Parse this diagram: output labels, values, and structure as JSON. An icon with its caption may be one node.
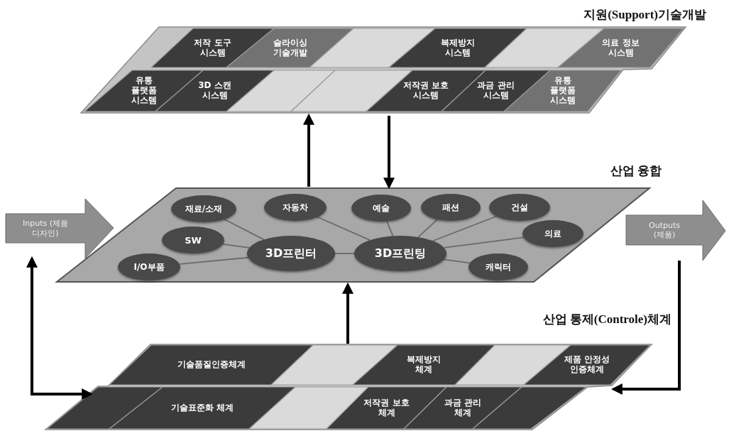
{
  "diagram": {
    "nodes": [
      {
        "text": [
          "지원(Support)기술개발"
        ]
      },
      {
        "text": [
          "저작 도구 시스템"
        ],
        "in": 0
      },
      {
        "text": [
          "슬라이싱 기술개발"
        ],
        "in": 0
      },
      {
        "text": [],
        "shape": "box",
        "in": 0
      },
      {
        "text": [
          "복제방지 시스템"
        ],
        "in": 0
      },
      {
        "text": [],
        "shape": "box",
        "in": 0
      },
      {
        "text": [
          "의료 정보 시스템"
        ],
        "in": 0
      },
      {
        "text": [
          "유통 플랫폼 시스템"
        ],
        "in": 0
      },
      {
        "text": [
          "3D 스캔 시스템"
        ],
        "in": 0
      },
      {
        "text": [],
        "shape": "box",
        "in": 0
      },
      {
        "text": [],
        "shape": "box",
        "in": 0
      },
      {
        "text": [
          "저작권 보호 시스템"
        ],
        "in": 0
      },
      {
        "text": [
          "과금 관리 시스템"
        ],
        "in": 0
      },
      {
        "text": [
          "유통 플랫폼 시스템"
        ],
        "in": 0
      },
      {
        "text": [
          "산업 융합"
        ]
      },
      {
        "text": [
          "재료/소재"
        ],
        "in": 14
      },
      {
        "text": [
          "자동차"
        ],
        "in": 14
      },
      {
        "text": [
          "예술"
        ],
        "in": 14
      },
      {
        "text": [
          "패션"
        ],
        "in": 14
      },
      {
        "text": [
          "건설"
        ],
        "in": 14
      },
      {
        "text": [
          "SW"
        ],
        "in": 14
      },
      {
        "text": [
          "의료"
        ],
        "in": 14
      },
      {
        "text": [
          "3D프린터"
        ],
        "in": 14
      },
      {
        "text": [
          "3D프린팅"
        ],
        "in": 14
      },
      {
        "text": [
          "I/O부품"
        ],
        "in": 14
      },
      {
        "text": [
          "캐릭터"
        ],
        "in": 14
      },
      {
        "text": [
          "Inputs (제품 디자인)"
        ]
      },
      {
        "text": [
          "Outputs (제품)"
        ]
      },
      {
        "text": [
          "산업 통제(Controle)체계"
        ]
      },
      {
        "text": [
          "기술품질인증체계"
        ],
        "in": 28
      },
      {
        "text": [],
        "shape": "box",
        "in": 28
      },
      {
        "text": [
          "복제방지 체계"
        ],
        "in": 28
      },
      {
        "text": [],
        "shape": "box",
        "in": 28
      },
      {
        "text": [
          "제품 안정성 인증체계"
        ],
        "in": 28
      },
      {
        "text": [],
        "shape": "box",
        "in": 28
      },
      {
        "text": [
          "기술표준화 체계"
        ],
        "in": 28
      },
      {
        "text": [],
        "shape": "box",
        "in": 28
      },
      {
        "text": [
          "저작권 보호 체계"
        ],
        "in": 28
      },
      {
        "text": [
          "과금 관리 체계"
        ],
        "in": 28
      },
      {
        "text": [],
        "shape": "box",
        "in": 28
      }
    ],
    "edges": [
      {
        "from": 14,
        "to": 0,
        "arrow": "to",
        "style": "thick",
        "color": "#000000"
      },
      {
        "from": 0,
        "to": 14,
        "arrow": "to",
        "style": "thick",
        "color": "#000000"
      },
      {
        "from": 28,
        "to": 14,
        "arrow": "to",
        "style": "thick",
        "color": "#000000"
      },
      {
        "from": 26,
        "to": 34,
        "arrow": "both",
        "style": "thick",
        "color": "#000000"
      },
      {
        "from": 27,
        "to": 28,
        "arrow": "to",
        "style": "thick",
        "color": "#000000"
      },
      {
        "from": 15,
        "to": 22,
        "arrow": "none"
      },
      {
        "from": 20,
        "to": 22,
        "arrow": "none"
      },
      {
        "from": 24,
        "to": 22,
        "arrow": "none"
      },
      {
        "from": 22,
        "to": 23,
        "arrow": "none"
      },
      {
        "from": 16,
        "to": 23,
        "arrow": "none"
      },
      {
        "from": 17,
        "to": 23,
        "arrow": "none"
      },
      {
        "from": 18,
        "to": 23,
        "arrow": "none"
      },
      {
        "from": 19,
        "to": 23,
        "arrow": "none"
      },
      {
        "from": 21,
        "to": 23,
        "arrow": "none"
      },
      {
        "from": 25,
        "to": 23,
        "arrow": "none"
      }
    ]
  }
}
